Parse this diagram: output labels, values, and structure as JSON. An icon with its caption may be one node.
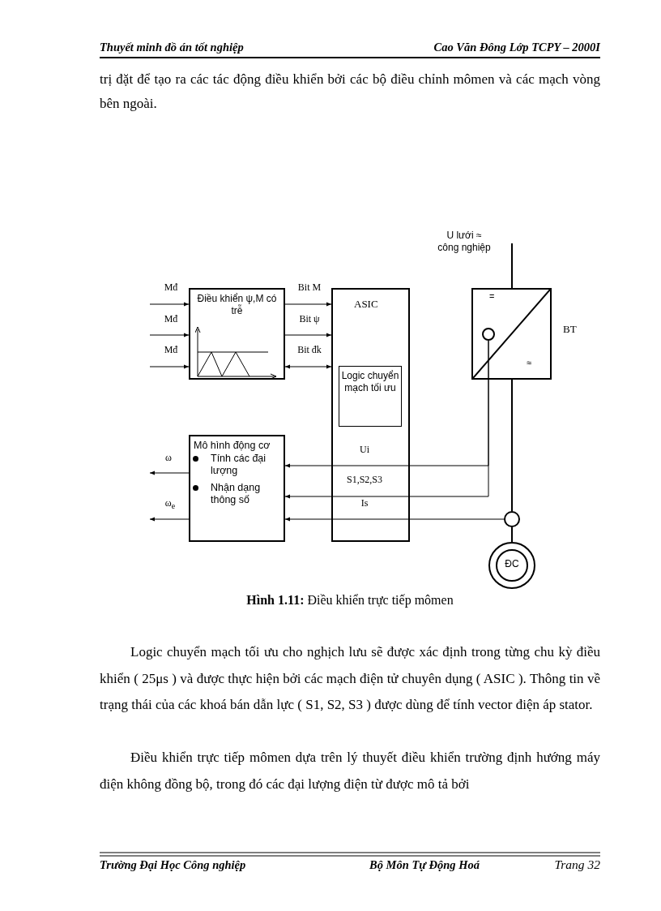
{
  "diagram": {
    "caption": "**Hình 1.11:** Điều khiển trực tiếp mômen",
    "nodes": [
      {
        "text": [
          "Điều khiển ψ,M có trễ"
        ]
      },
      {
        "text": [
          "ASIC"
        ]
      },
      {
        "text": [
          "Logic chuyển mạch tối ưu"
        ],
        "in": 1
      },
      {
        "text": [
          "=",
          "≈"
        ],
        "beside": [
          "BT"
        ]
      },
      {
        "text": [],
        "shape": "circle",
        "in": 3
      },
      {
        "text": [
          "Mô hình động cơ",
          "Tính các đại lượng",
          "Nhận dạng thông số"
        ]
      },
      {
        "text": [],
        "shape": "circle"
      },
      {
        "text": [
          "ĐC"
        ]
      }
    ],
    "edges": [
      {
        "from": null,
        "to": 0,
        "arrow": "to",
        "label": "Mđ"
      },
      {
        "from": null,
        "to": 0,
        "arrow": "to",
        "label": "Mđ"
      },
      {
        "from": null,
        "to": 0,
        "arrow": "to",
        "label": "Mđ"
      },
      {
        "from": 0,
        "to": 1,
        "arrow": "to",
        "label": "Bit M"
      },
      {
        "from": 0,
        "to": 1,
        "arrow": "to",
        "label": "Bit ψ"
      },
      {
        "from": 0,
        "to": 1,
        "arrow": "both",
        "label": "Bit đk"
      },
      {
        "from": 4,
        "to": 5,
        "arrow": "to",
        "label": "Ui"
      },
      {
        "from": 4,
        "to": 5,
        "arrow": "to",
        "label": "S1,S2,S3"
      },
      {
        "from": 6,
        "to": 5,
        "arrow": "to",
        "label": "Is"
      },
      {
        "from": 5,
        "to": null,
        "arrow": "to",
        "label": "ω"
      },
      {
        "from": 5,
        "to": null,
        "arrow": "to",
        "label": "ω$_{e}$"
      },
      {
        "from": null,
        "to": 3,
        "arrow": "none",
        "label": "U lưới ≈ công nghiệp"
      },
      {
        "from": 3,
        "to": 6,
        "arrow": "none"
      },
      {
        "from": 6,
        "to": 7,
        "arrow": "none"
      }
    ],
    "labels": [
      "Thuyết minh đồ án tốt nghiệp",
      "Cao Văn Đông Lớp TCPY – 2000I",
      "trị đặt để tạo ra các tác động điều khiển bởi các bộ điều chỉnh mômen và các mạch vòng bên ngoài.",
      "Logic chuyển mạch tối ưu cho nghịch lưu sẽ được xác định trong từng chu kỳ điều khiển ( 25μs ) và được thực hiện bởi các mạch điện tử chuyên dụng ( ASIC ). Thông tin về trạng thái của các khoá bán dẫn lực ( S1, S2, S3 ) được dùng để tính vector điện áp stator.",
      "Điều khiển trực tiếp mômen dựa trên lý thuyết điều khiển trường định hướng máy điện không đồng bộ, trong đó các đại lượng điện từ được mô tả bởi",
      "Trường Đại Học Công nghiệp",
      "Bộ Môn Tự Động Hoá",
      "Trang 32"
    ]
  }
}
